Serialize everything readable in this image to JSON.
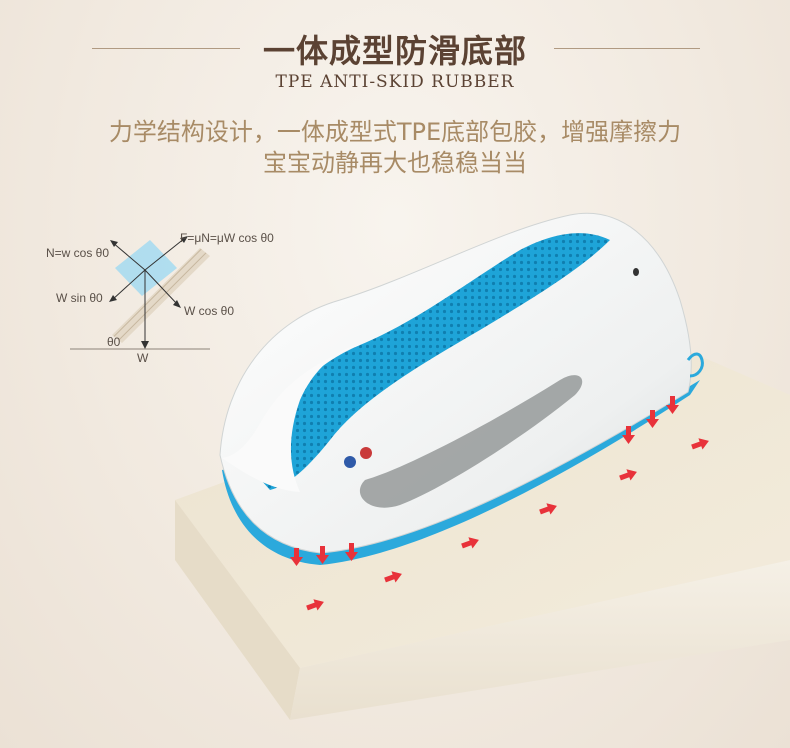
{
  "header": {
    "title": "一体成型防滑底部",
    "subtitle": "TPE ANTI-SKID RUBBER"
  },
  "description": {
    "line1": "力学结构设计，一体成型式TPE底部包胶，增强摩擦力",
    "line2": "宝宝动静再大也稳稳当当"
  },
  "force_diagram": {
    "normal_label": "N=w cos θ0",
    "friction_label": "F=μN=μW cos θ0",
    "w_sin_label": "W sin θ0",
    "w_cos_label": "W cos θ0",
    "angle_label": "θ0",
    "weight_label": "W"
  },
  "colors": {
    "title": "#5b4233",
    "description": "#a88b66",
    "accent_blue": "#2ba9dc",
    "arrow_red": "#e8323a",
    "platform": "#efe6d4"
  }
}
